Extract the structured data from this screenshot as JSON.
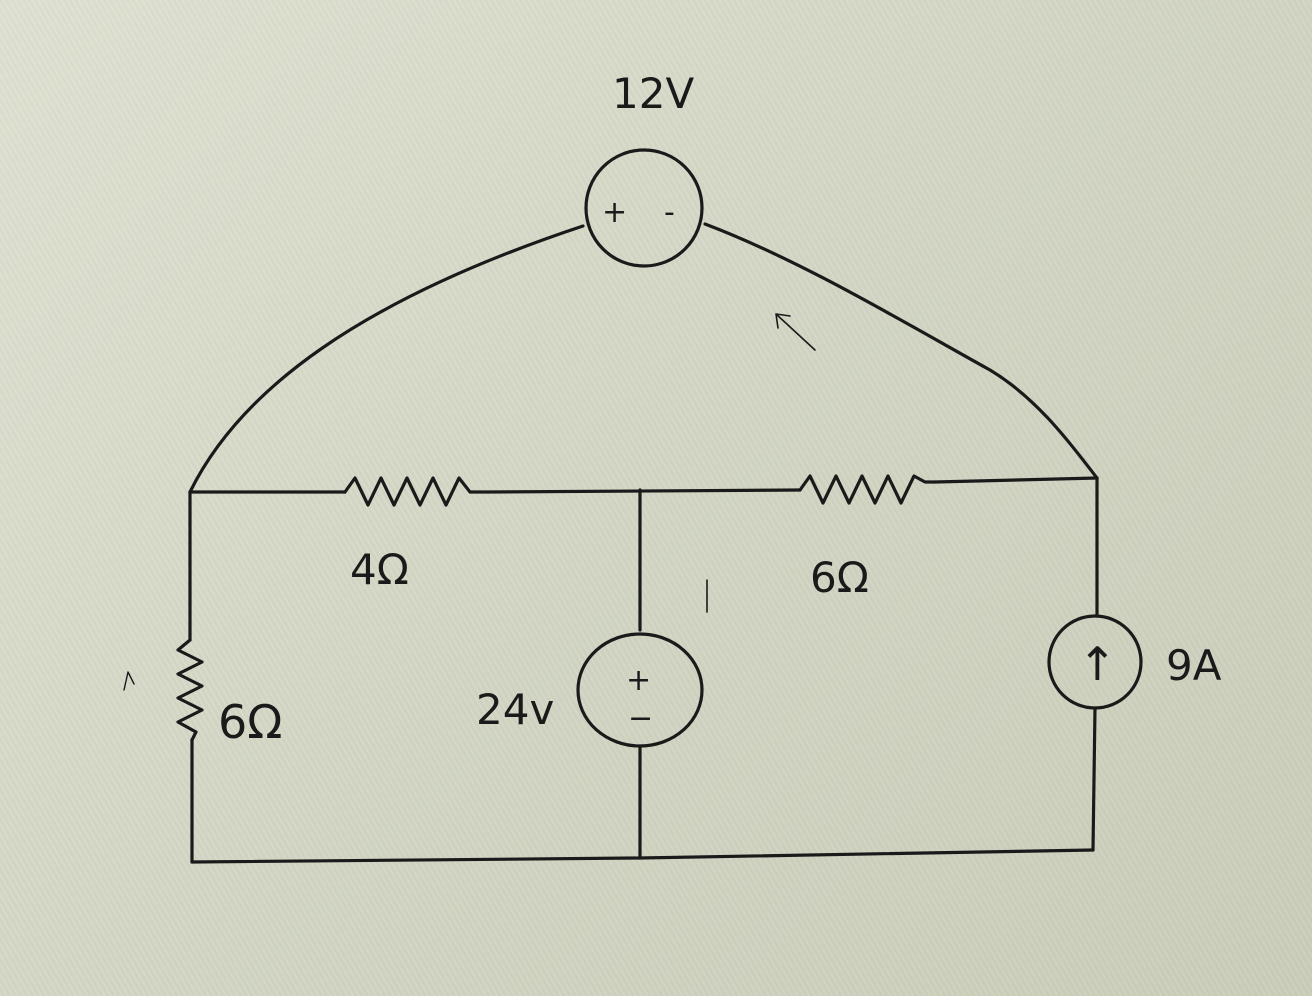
{
  "components": {
    "source_top": {
      "label": "12V",
      "plus": "+",
      "minus": "-"
    },
    "resistor_top_left": {
      "label": "4Ω"
    },
    "resistor_top_right": {
      "label": "6Ω"
    },
    "resistor_left": {
      "label": "6Ω"
    },
    "source_middle": {
      "label": "24v",
      "plus": "+",
      "minus": "−"
    },
    "current_source": {
      "label": "9A",
      "arrow": "↑"
    }
  }
}
